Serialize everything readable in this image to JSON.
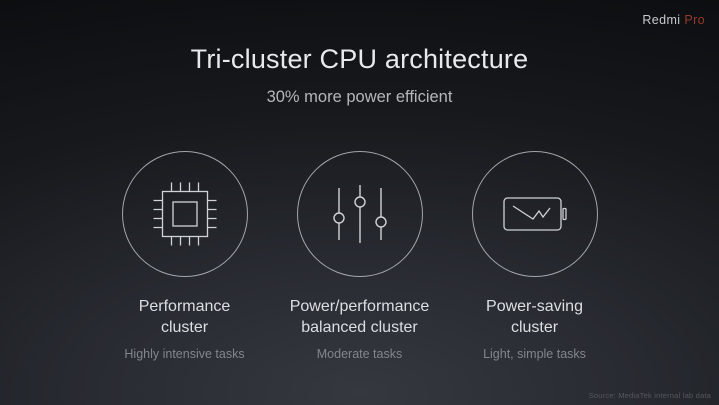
{
  "brand": {
    "name": "Redmi",
    "suffix": "Pro"
  },
  "header": {
    "title": "Tri-cluster CPU architecture",
    "subtitle": "30% more power efficient"
  },
  "clusters": [
    {
      "icon": "cpu-chip-icon",
      "label": "Performance\ncluster",
      "tasks": "Highly intensive tasks"
    },
    {
      "icon": "sliders-icon",
      "label": "Power/performance\nbalanced cluster",
      "tasks": "Moderate tasks"
    },
    {
      "icon": "battery-icon",
      "label": "Power-saving\ncluster",
      "tasks": "Light, simple tasks"
    }
  ],
  "footer": {
    "source": "Source: MediaTek internal lab data"
  },
  "colors": {
    "accent_red": "#963a2c",
    "background_dark": "#0a0b0d",
    "background_glow": "#35383f",
    "icon_stroke": "#d0d3d6",
    "title_text": "#e7e9eb",
    "muted_text": "#82868b"
  }
}
